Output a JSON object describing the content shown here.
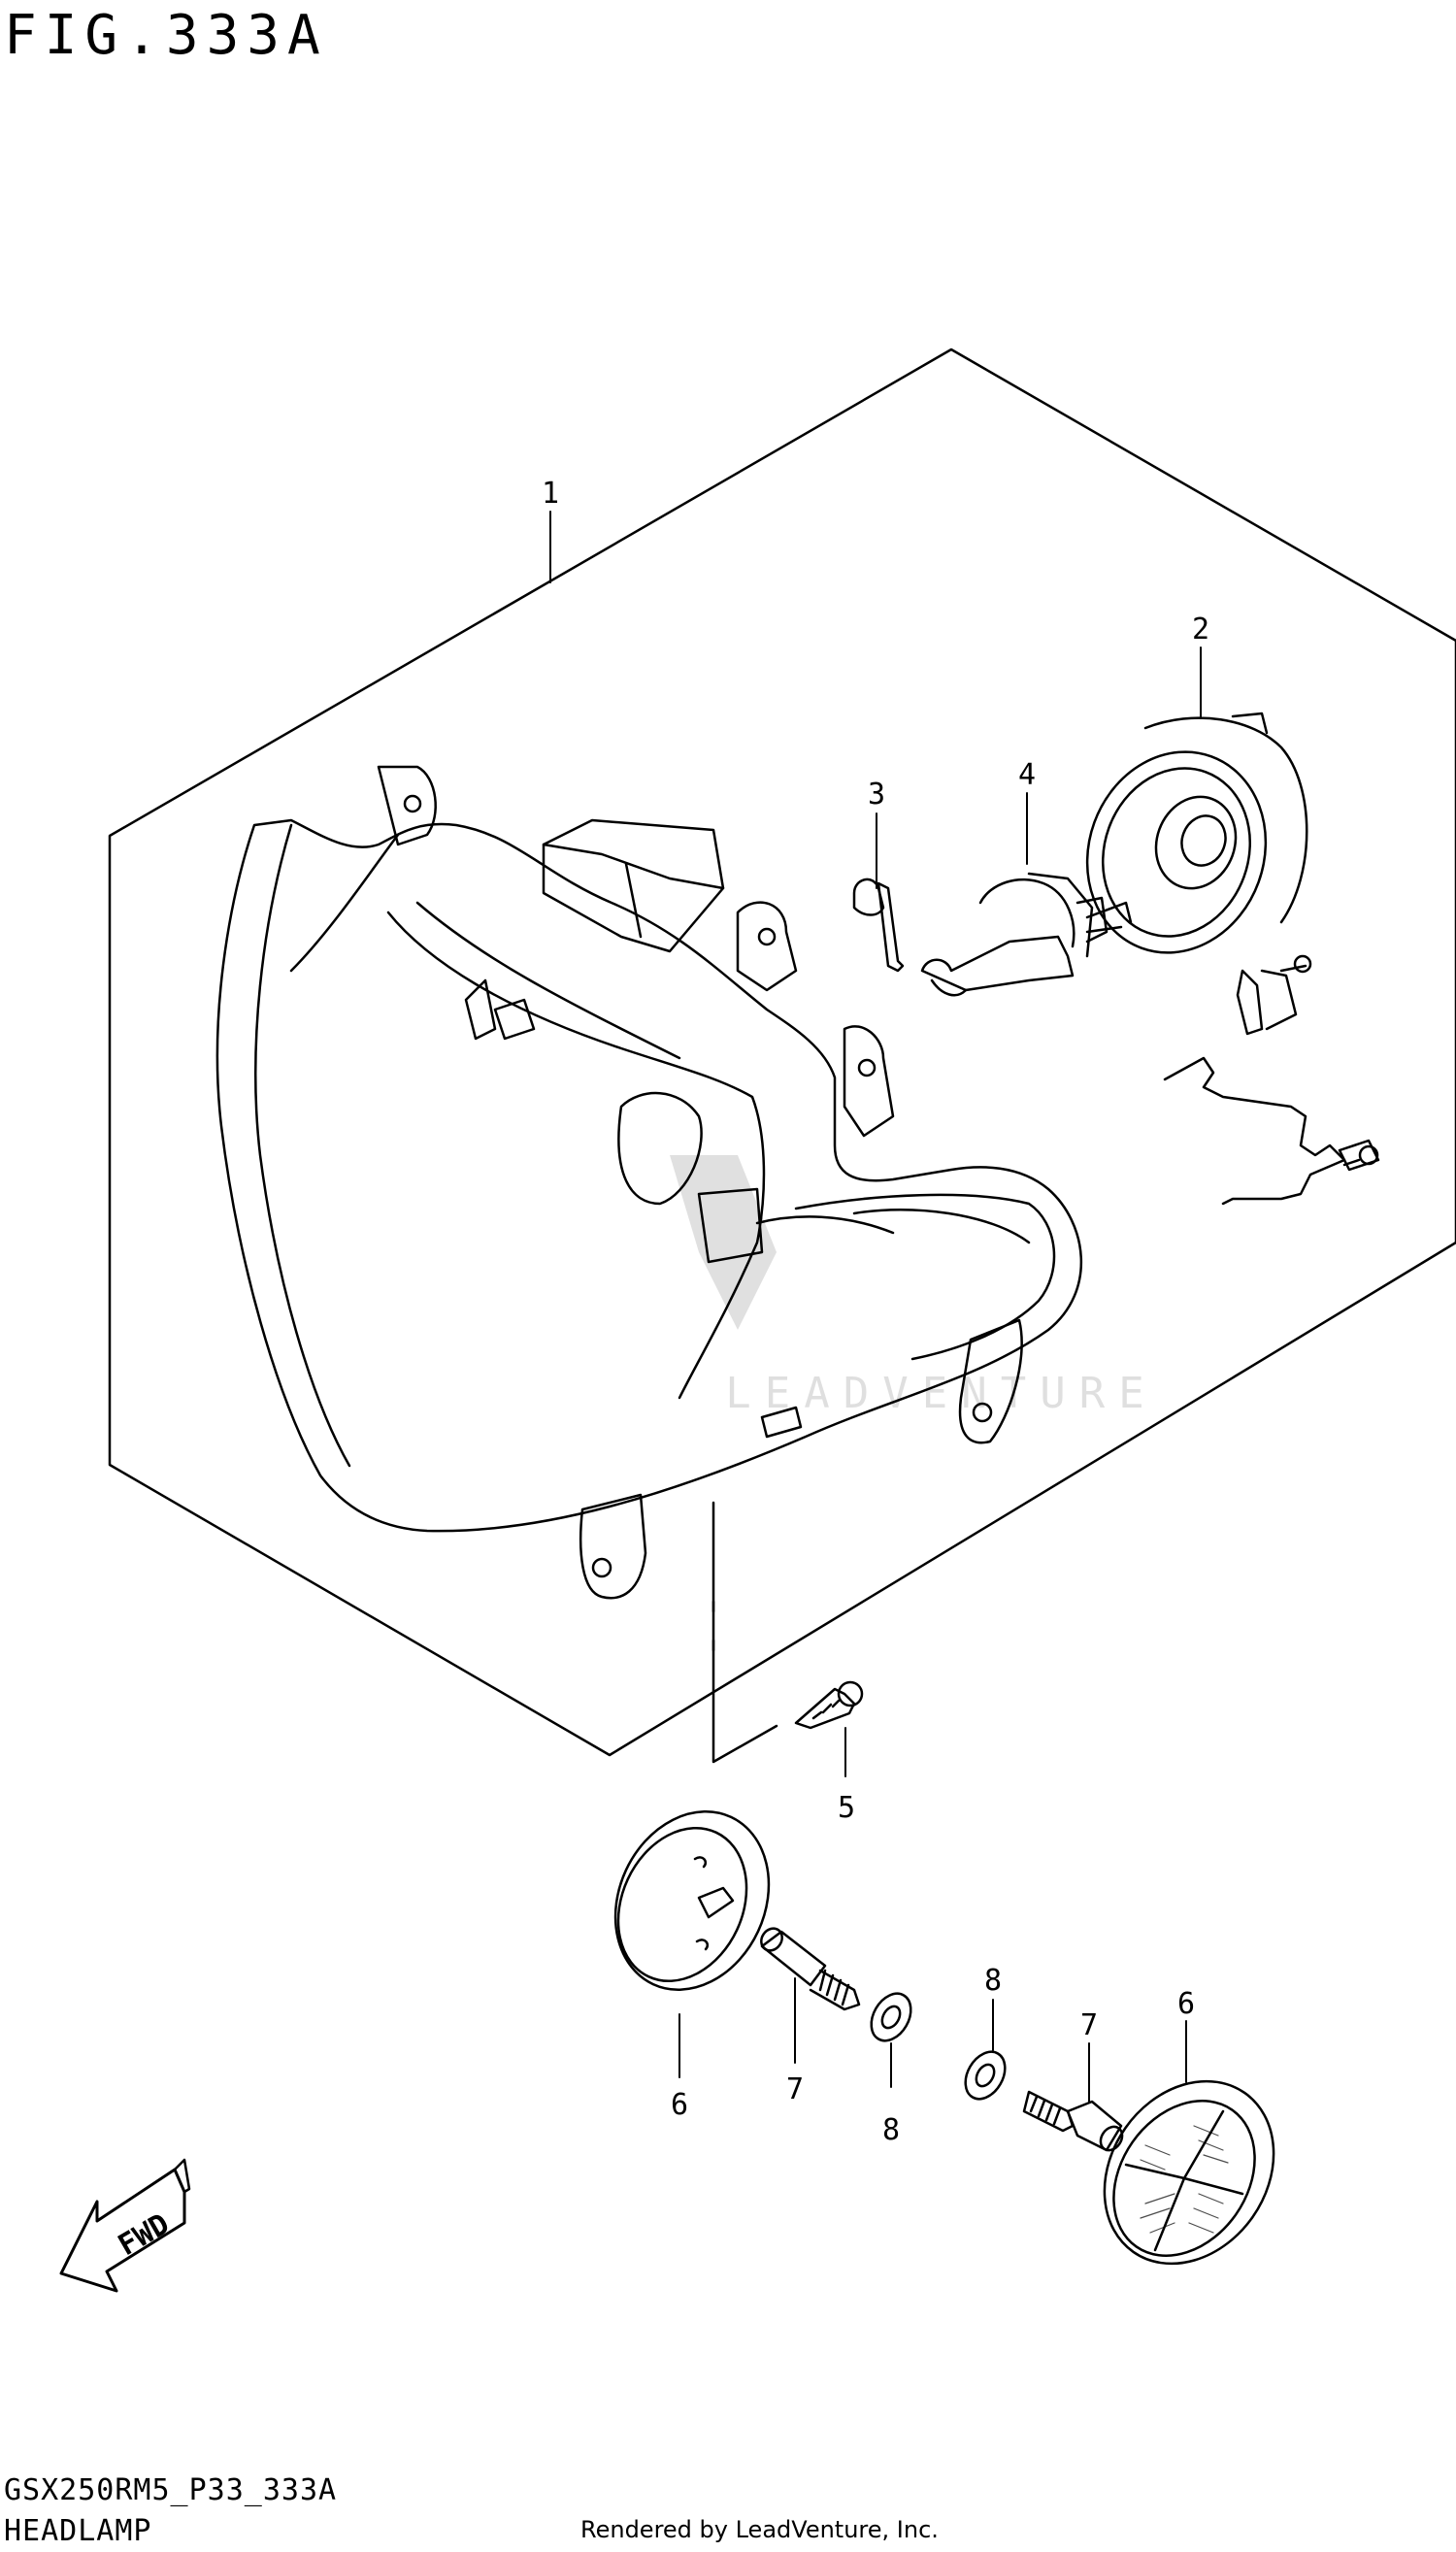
{
  "figure": {
    "title": "FIG.333A",
    "code": "GSX250RM5_P33_333A",
    "caption": "HEADLAMP"
  },
  "footer": {
    "rendered_by": "Rendered by LeadVenture, Inc."
  },
  "watermark": {
    "text": "LEADVENTURE"
  },
  "direction_arrow": {
    "label": "FWD"
  },
  "callouts": [
    {
      "id": "c1",
      "number": "1"
    },
    {
      "id": "c2",
      "number": "2"
    },
    {
      "id": "c3",
      "number": "3"
    },
    {
      "id": "c4",
      "number": "4"
    },
    {
      "id": "c5",
      "number": "5"
    },
    {
      "id": "c6a",
      "number": "6"
    },
    {
      "id": "c7a",
      "number": "7"
    },
    {
      "id": "c8a",
      "number": "8"
    },
    {
      "id": "c8b",
      "number": "8"
    },
    {
      "id": "c7b",
      "number": "7"
    },
    {
      "id": "c6b",
      "number": "6"
    }
  ]
}
